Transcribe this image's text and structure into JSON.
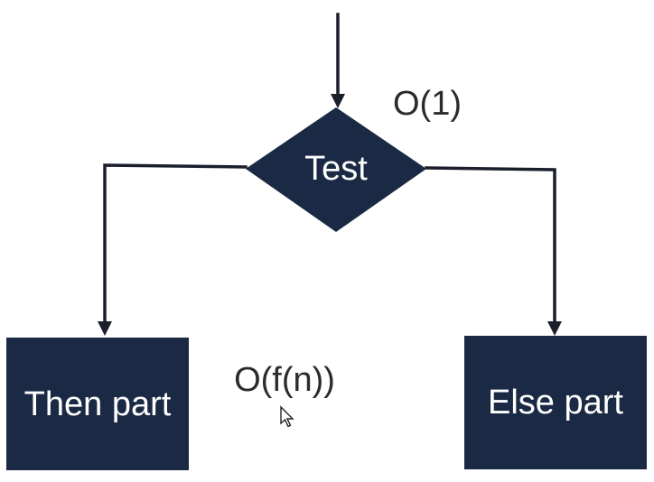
{
  "nodes": {
    "test": {
      "label": "Test"
    },
    "then_part": {
      "label": "Then part"
    },
    "else_part": {
      "label": "Else part"
    }
  },
  "annotations": {
    "test_cost": "O(1)",
    "branch_cost": "O(f(n))"
  },
  "colors": {
    "node_fill": "#1b2a44",
    "node_text": "#ffffff",
    "connector": "#1b1f2c",
    "annotation_text": "#2b2b2b",
    "background": "#ffffff"
  }
}
